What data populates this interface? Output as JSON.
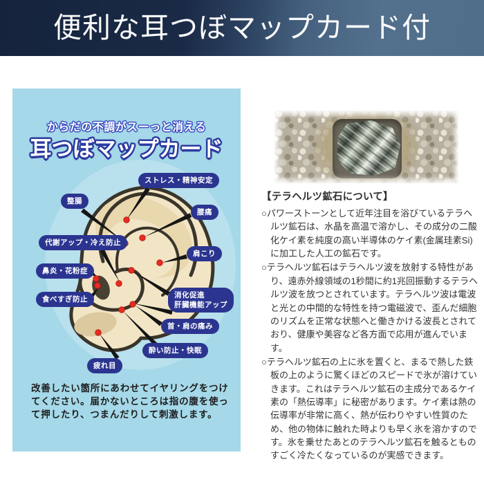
{
  "banner": {
    "title": "便利な耳つぼマップカード付"
  },
  "card": {
    "subtitle": "からだの不調がスーっと消える",
    "title": "耳つぼマップカード",
    "labels": [
      {
        "id": "stress",
        "text": "ストレス・精神安定"
      },
      {
        "id": "intestine",
        "text": "整腸"
      },
      {
        "id": "backpain",
        "text": "腰痛"
      },
      {
        "id": "metabolism",
        "text": "代謝アップ・冷え防止"
      },
      {
        "id": "shoulder",
        "text": "肩こり"
      },
      {
        "id": "rhinitis",
        "text": "鼻炎・花粉症"
      },
      {
        "id": "overeating",
        "text": "食べすぎ防止"
      },
      {
        "id": "digestion",
        "text": "消化促進\n肝臓機能アップ"
      },
      {
        "id": "neck-shoulder",
        "text": "首・肩の痛み"
      },
      {
        "id": "sickness-sleep",
        "text": "酔い防止・快眠"
      },
      {
        "id": "tired-eyes",
        "text": "疲れ目"
      }
    ],
    "footer": "改善したい箇所にあわせてイヤリングをつけてください。届かないところは指の腹を使って押したり、つまんだりして刺激します。"
  },
  "info": {
    "heading": "【テラヘルツ鉱石について】",
    "paragraphs": [
      "○パワーストーンとして近年注目を浴びているテラヘルツ鉱石は、水晶を高温で溶かし、その成分の二酸化ケイ素を純度の高い半導体のケイ素(金属珪素Si)に加工した人工の鉱石です。",
      "○テラヘルツ鉱石はテラヘルツ波を放射する特性があり、遠赤外線領域の1秒間に約1兆回振動するテラヘルツ波を放つとされています。テラヘルツ波は電波と光との中間的な特性を持つ電磁波で、歪んだ細胞のリズムを正常な状態へと働きかける波長とされており、健康や美容など各方面で応用が進んでいます。",
      "○テラヘルツ鉱石の上に氷を置くと、まるで熱した鉄板の上のように驚くほどのスピードで氷が溶けていきます。これはテラヘルツ鉱石の主成分であるケイ素の「熱伝導率」に秘密があります。ケイ素は熱の伝導率が非常に高く、熱が伝わりやすい性質のため、他の物体に触れた時よりも早く氷を溶かすのです。氷を乗せたあとのテラヘルツ鉱石を触るとものすごく冷たくなっているのが実感できます。"
    ]
  },
  "colors": {
    "banner_dark": "#15233c",
    "banner_light": "#53718d",
    "card_background": "#a5d8e8",
    "pill_navy": "#2b3590",
    "title_outline": "#2c3aa0",
    "acupoint_red": "#e62d22",
    "ear_skin": "#f2e5c5",
    "ear_outline": "#39352a"
  }
}
